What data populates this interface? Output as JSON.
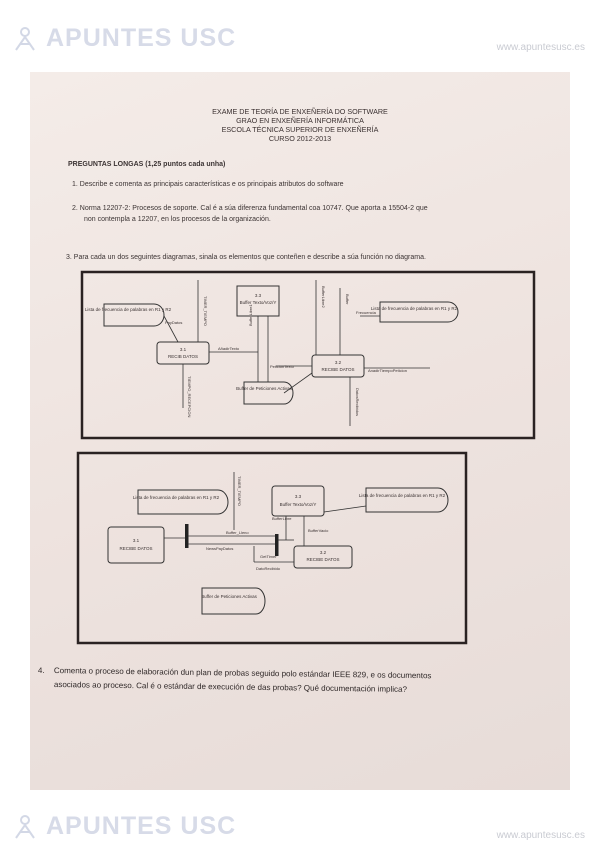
{
  "watermark": {
    "brand": "APUNTES USC",
    "site": "www.apuntesusc.es"
  },
  "exam": {
    "title_lines": [
      "EXAME DE TEORÍA DE ENXEÑERÍA DO SOFTWARE",
      "GRAO EN ENXEÑERÍA INFORMÁTICA",
      "ESCOLA TÉCNICA SUPERIOR DE ENXEÑERÍA",
      "CURSO 2012-2013"
    ],
    "section": "PREGUNTAS LONGAS (1,25 puntos cada unha)",
    "q1": "1.  Describe e comenta as principais características e os principais atributos do software",
    "q2_line1": "2.  Norma 12207-2: Procesos de soporte. Cal é a súa diferenza fundamental coa 10747. Que aporta a 15504-2 que",
    "q2_line2": "non contempla a 12207, en los procesos de la organización.",
    "q3": "3.  Para cada un dos seguintes diagramas, sinala os elementos que conteñen e describe a súa función no diagrama.",
    "q4_num": "4.",
    "q4_line1": "Comenta o proceso de elaboración dun plan de probas seguido polo estándar IEEE 829, e os documentos",
    "q4_line2": "asociados ao proceso. Cal é o estándar de execución de das probas? Qué documentación implica?"
  },
  "diagram1": {
    "store_left": "Lista de frecuencia de palabras en R1 y R2",
    "store_right": "Lista de frecuencia de palabras en R1 y R2",
    "store_bottom": "Buffer de Peticiones Activas",
    "proc_top_num": "3.3",
    "proc_top": "Buffer Texto/Voz/Y",
    "proc_left_num": "3.1",
    "proc_left": "RECIB DATOS",
    "proc_right_num": "3.2",
    "proc_right": "RECIBE DATOS",
    "flows": [
      "PayDatos",
      "TIMER_TIEMPO",
      "BufferLibre1",
      "BufferLibre2",
      "AñadirTexto",
      "PeticionTexto",
      "TIEMPO_RECEPCION",
      "Buffer",
      "DatosRecibidos",
      "AnadirTiempoPeticion",
      "Frecuencia"
    ]
  },
  "diagram2": {
    "store_left": "Lista de frecuencia de palabras en R1 y R2",
    "store_right": "Lista de frecuencia de palabras en R1 y R2",
    "store_bottom": "Buffer de Peticiones Activas",
    "proc_top_num": "3.3",
    "proc_top": "Buffer Texto/Voz/Y",
    "proc_left_num": "3.1",
    "proc_left": "RECIBE DATOS",
    "proc_right_num": "3.2",
    "proc_right": "RECIBE DATOS",
    "flows": [
      "TIMER_TIEMPO",
      "BufferLibre",
      "BufferVacio",
      "Buffer_Lleno",
      "NewsPayDatos",
      "GetTimer",
      "DatoRecibido"
    ]
  }
}
